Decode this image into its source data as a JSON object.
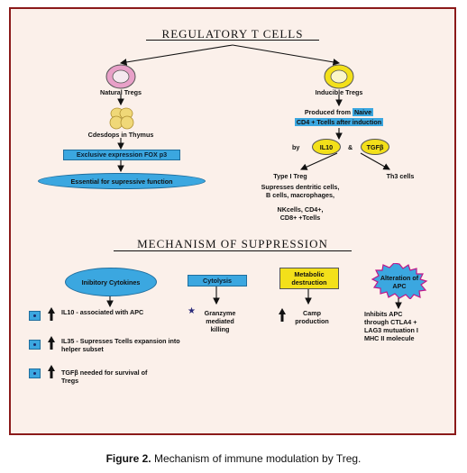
{
  "title": "REGULATORY T CELLS",
  "natural": {
    "label": "Natural Tregs",
    "thymus": "Cdesdops in Thymus",
    "foxp3": "Exclusive expression FOX p3",
    "essential": "Essential for supressive function"
  },
  "inducible": {
    "label": "Inducible Tregs",
    "produced_prefix": "Produced from ",
    "naive": "Naive",
    "after_induction": "CD4 + Tcells after induction",
    "by": "by",
    "il10": "IL10",
    "amp": "&",
    "tgfb": "TGFβ",
    "type1": "Type I Treg",
    "th3": "Th3 cells",
    "suppresses_1": "Supresses dentritic cells,",
    "suppresses_2": "B cells, macrophages,",
    "nk_1": "NKcells, CD4+,",
    "nk_2": "CD8+ +Tcells"
  },
  "mechanism_title": "MECHANISM OF SUPPRESSION",
  "mechanisms": {
    "inhibitory": "Inibitory Cytokines",
    "cytolysis": "Cytolysis",
    "metabolic": "Metabolic destruction",
    "apc": "Alteration of APC"
  },
  "cytokine_items": [
    "IL10 - associated with APC",
    "IL35 - Supresses Tcells expansion into helper subset",
    "TGFβ needed for survival of Tregs"
  ],
  "cytolysis_text": "Granzyme mediated killing",
  "camp_text": "Camp production",
  "apc_text": [
    "Inhibits APC",
    "through CTLA4 +",
    "LAG3 mutuation I",
    "MHC II molecule"
  ],
  "figure_label": "Figure 2.",
  "figure_caption": "Mechanism of immune modulation by Treg.",
  "colors": {
    "blue": "#3ba7e0",
    "yellow": "#f3e01a",
    "pink": "#e8a0c8",
    "frame": "#8b1a1a",
    "background": "#fbf0ea"
  }
}
